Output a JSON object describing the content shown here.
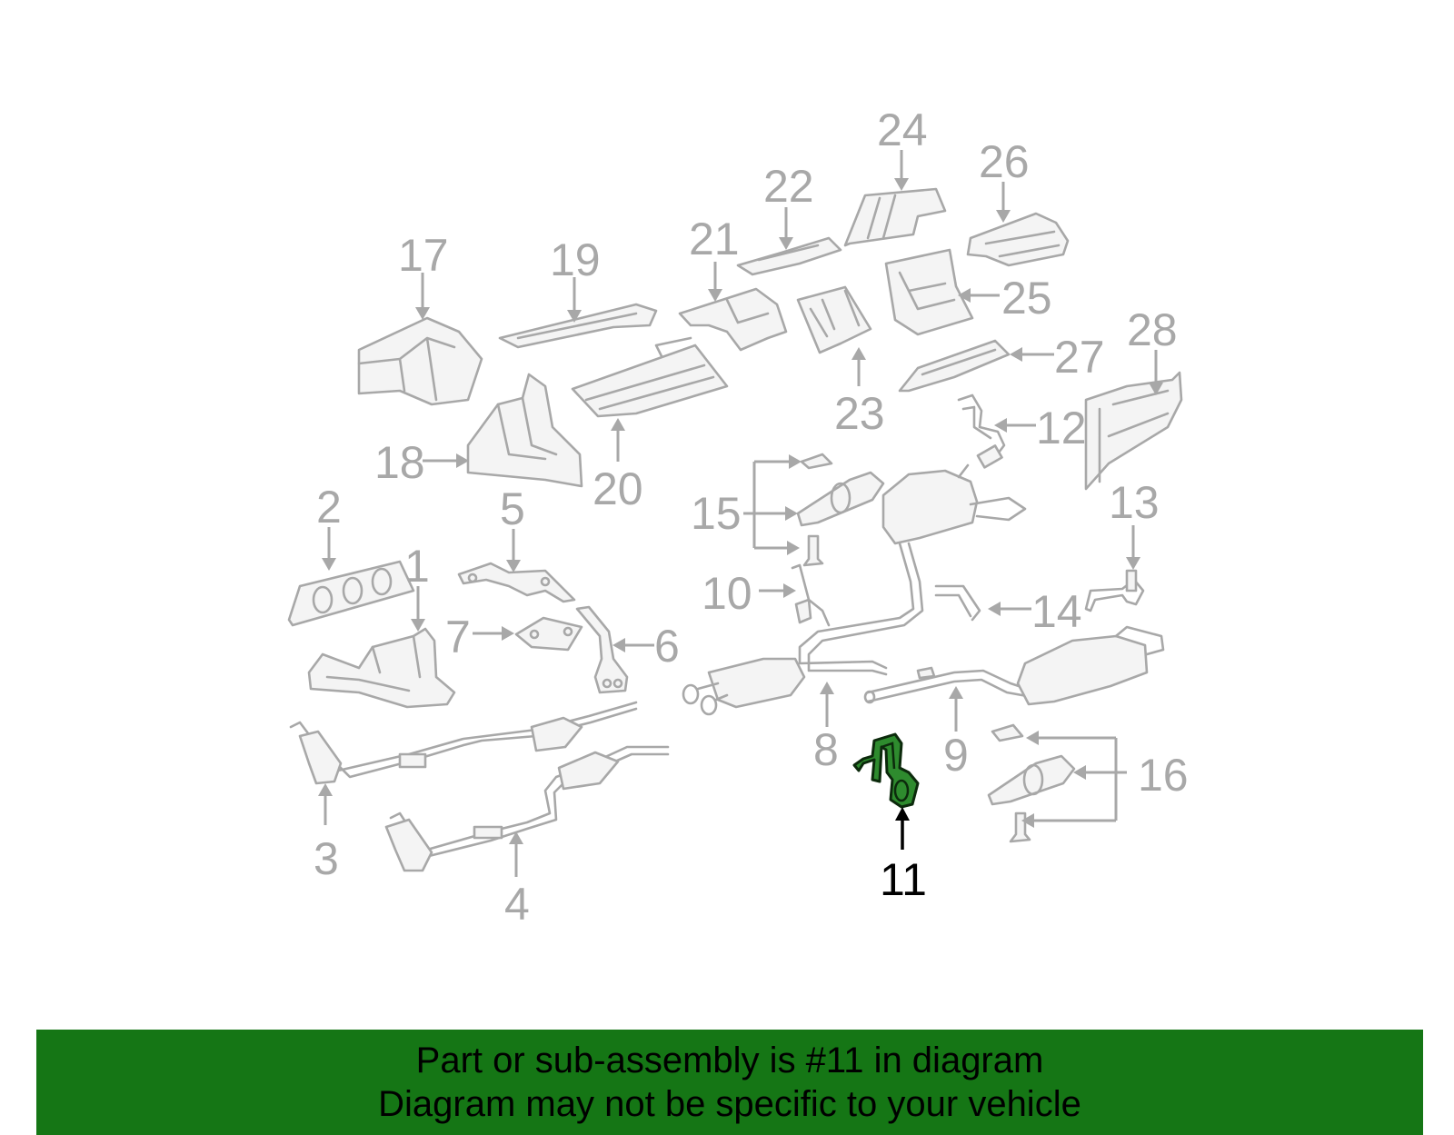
{
  "callouts": [
    "1",
    "2",
    "3",
    "4",
    "5",
    "6",
    "7",
    "8",
    "9",
    "10",
    "11",
    "12",
    "13",
    "14",
    "15",
    "16",
    "17",
    "18",
    "19",
    "20",
    "21",
    "22",
    "23",
    "24",
    "25",
    "26",
    "27",
    "28"
  ],
  "highlight": {
    "callout": "11",
    "color": "#2e8b2e"
  },
  "banner": {
    "line1": "Part or sub-assembly is #11 in diagram",
    "line2": "Diagram may not be specific to your vehicle",
    "color": "#157615"
  }
}
